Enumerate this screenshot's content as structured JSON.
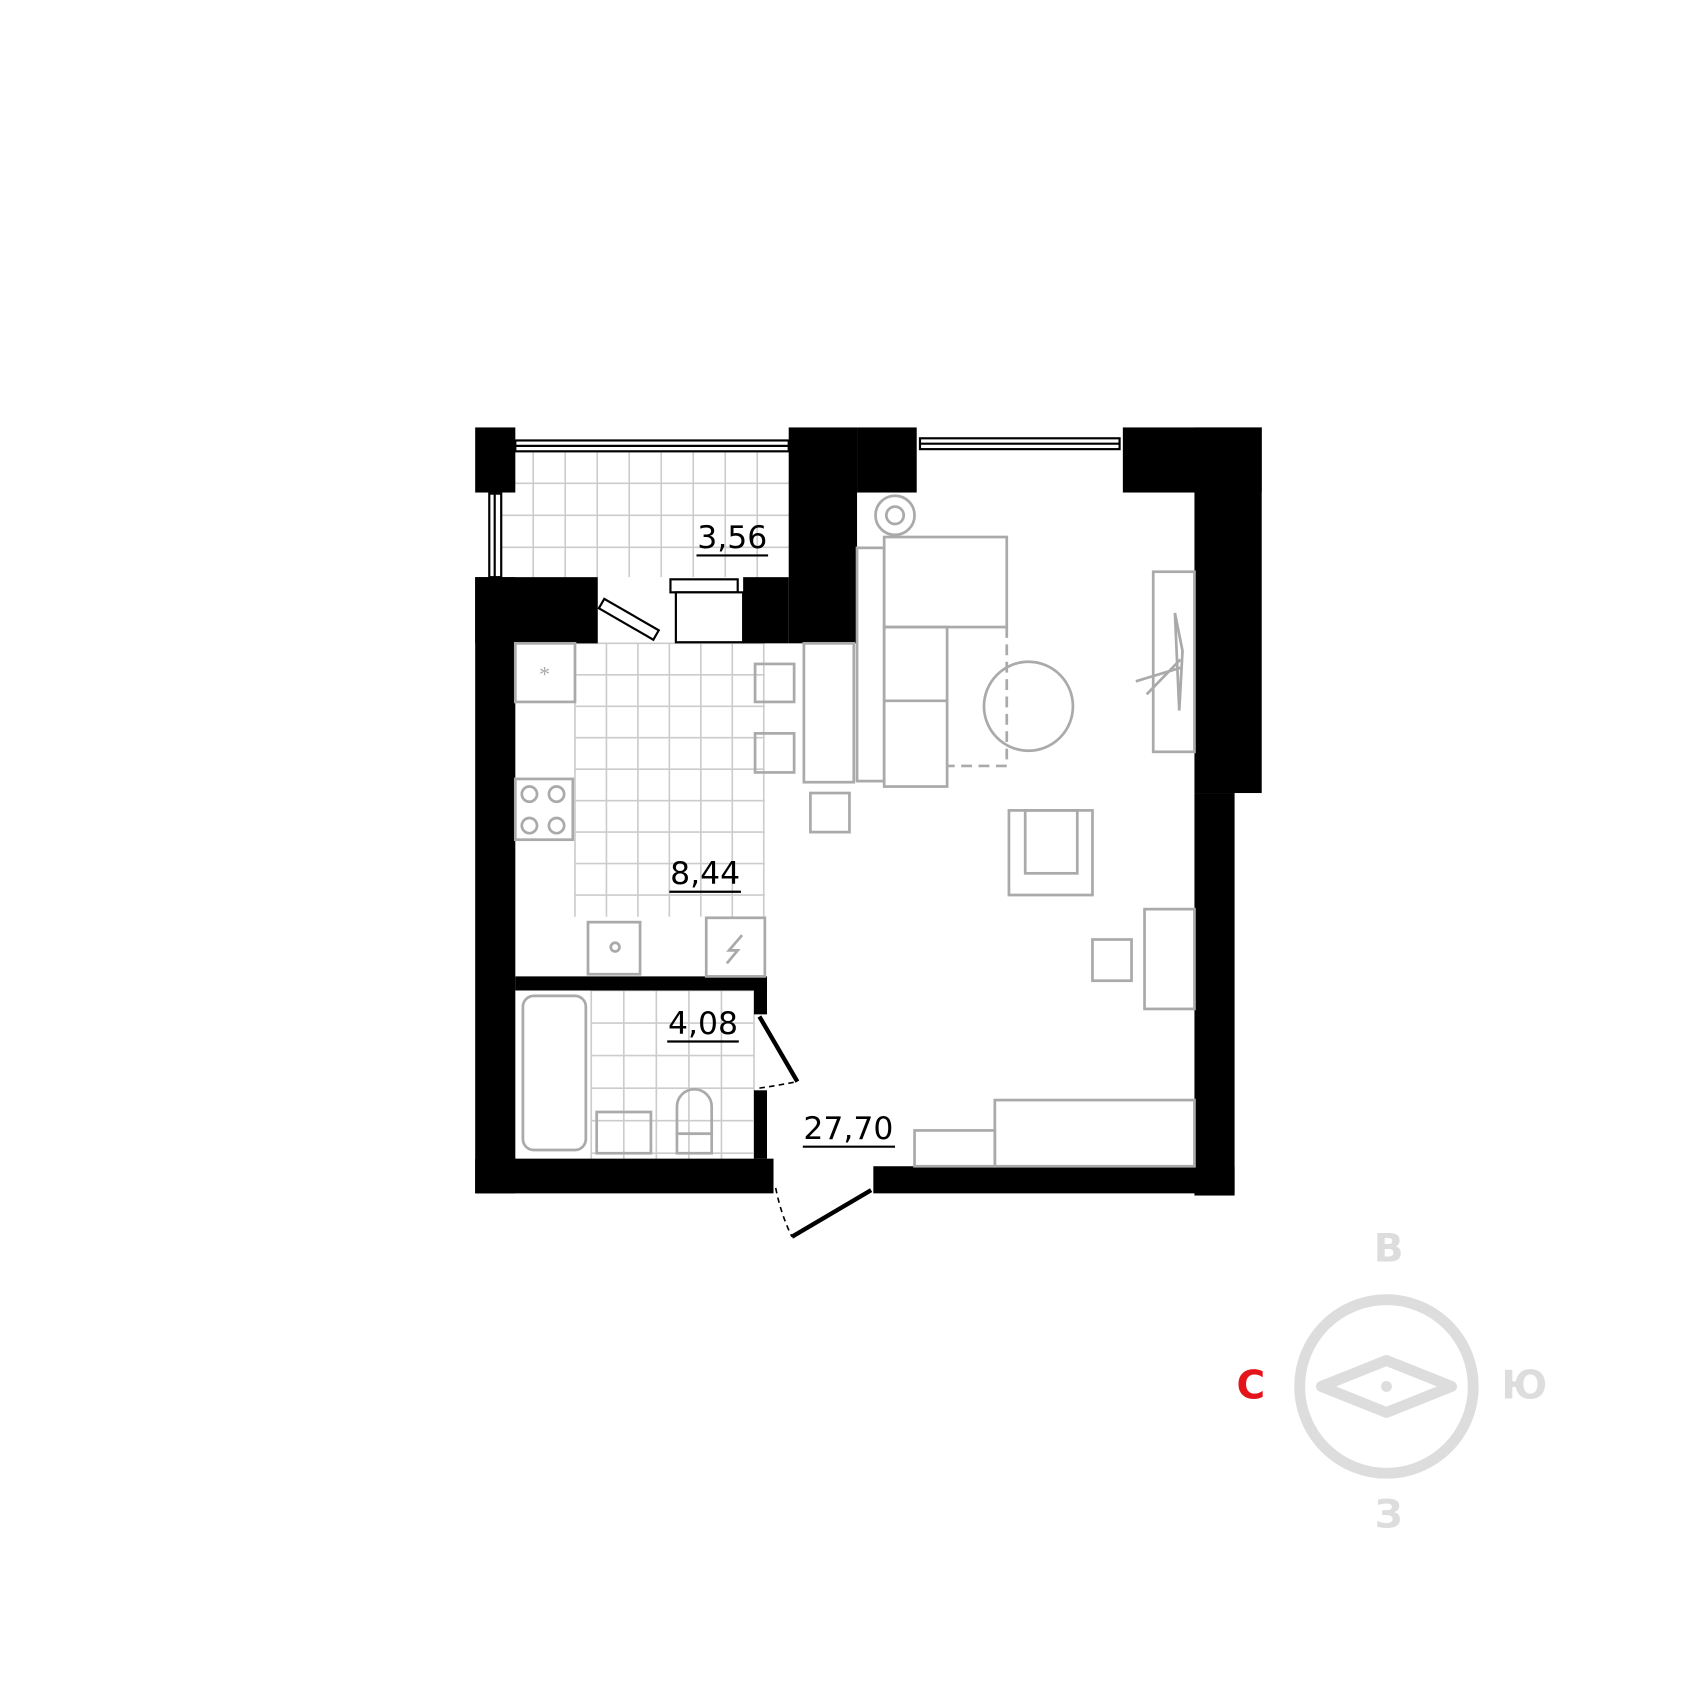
{
  "rooms": [
    {
      "name": "balcony",
      "area": "3,56"
    },
    {
      "name": "kitchen",
      "area": "8,44"
    },
    {
      "name": "bathroom",
      "area": "4,08"
    },
    {
      "name": "living-room",
      "area": "27,70"
    }
  ],
  "compass": {
    "north": "С",
    "east": "В",
    "south": "Ю",
    "west": "З",
    "north_color": "#e3151b",
    "other_color": "#dddddd"
  }
}
